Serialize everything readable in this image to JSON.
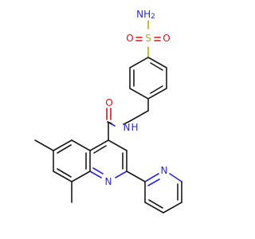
{
  "molecule": {
    "atom_labels": {
      "sulfonamide_n": "NH",
      "sulfonamide_n_sub": "2",
      "sulfur": "S",
      "oxygen_left": "O",
      "oxygen_right": "O",
      "amide_n": "N",
      "amide_h": "H",
      "amide_o": "O",
      "quinoline_n": "N",
      "pyridine_n": "N"
    },
    "colors": {
      "carbon": "#1a1a1a",
      "nitrogen": "#2a2ad8",
      "oxygen": "#e01010",
      "sulfur": "#b8b000",
      "background": "#ffffff"
    }
  }
}
